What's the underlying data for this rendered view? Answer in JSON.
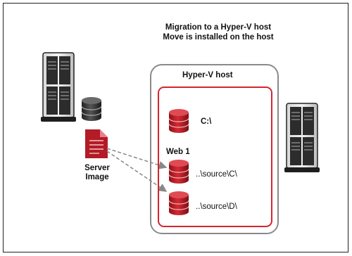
{
  "diagram": {
    "title_line1": "Migration to a Hyper-V host",
    "title_line2": "Move is installed on the host",
    "hyperv_host_label": "Hyper-V host",
    "drive_c_label": "C:\\",
    "vm_label": "Web 1",
    "source_c_label": "..\\source\\C\\",
    "source_d_label": "..\\source\\D\\",
    "server_image_line1": "Server",
    "server_image_line2": "Image",
    "colors": {
      "outer_box": "#8a8a8a",
      "vm_box": "#d5242f",
      "disk_red": "#b31b25",
      "disk_dark": "#3a3a3a",
      "arrow": "#888888"
    }
  }
}
